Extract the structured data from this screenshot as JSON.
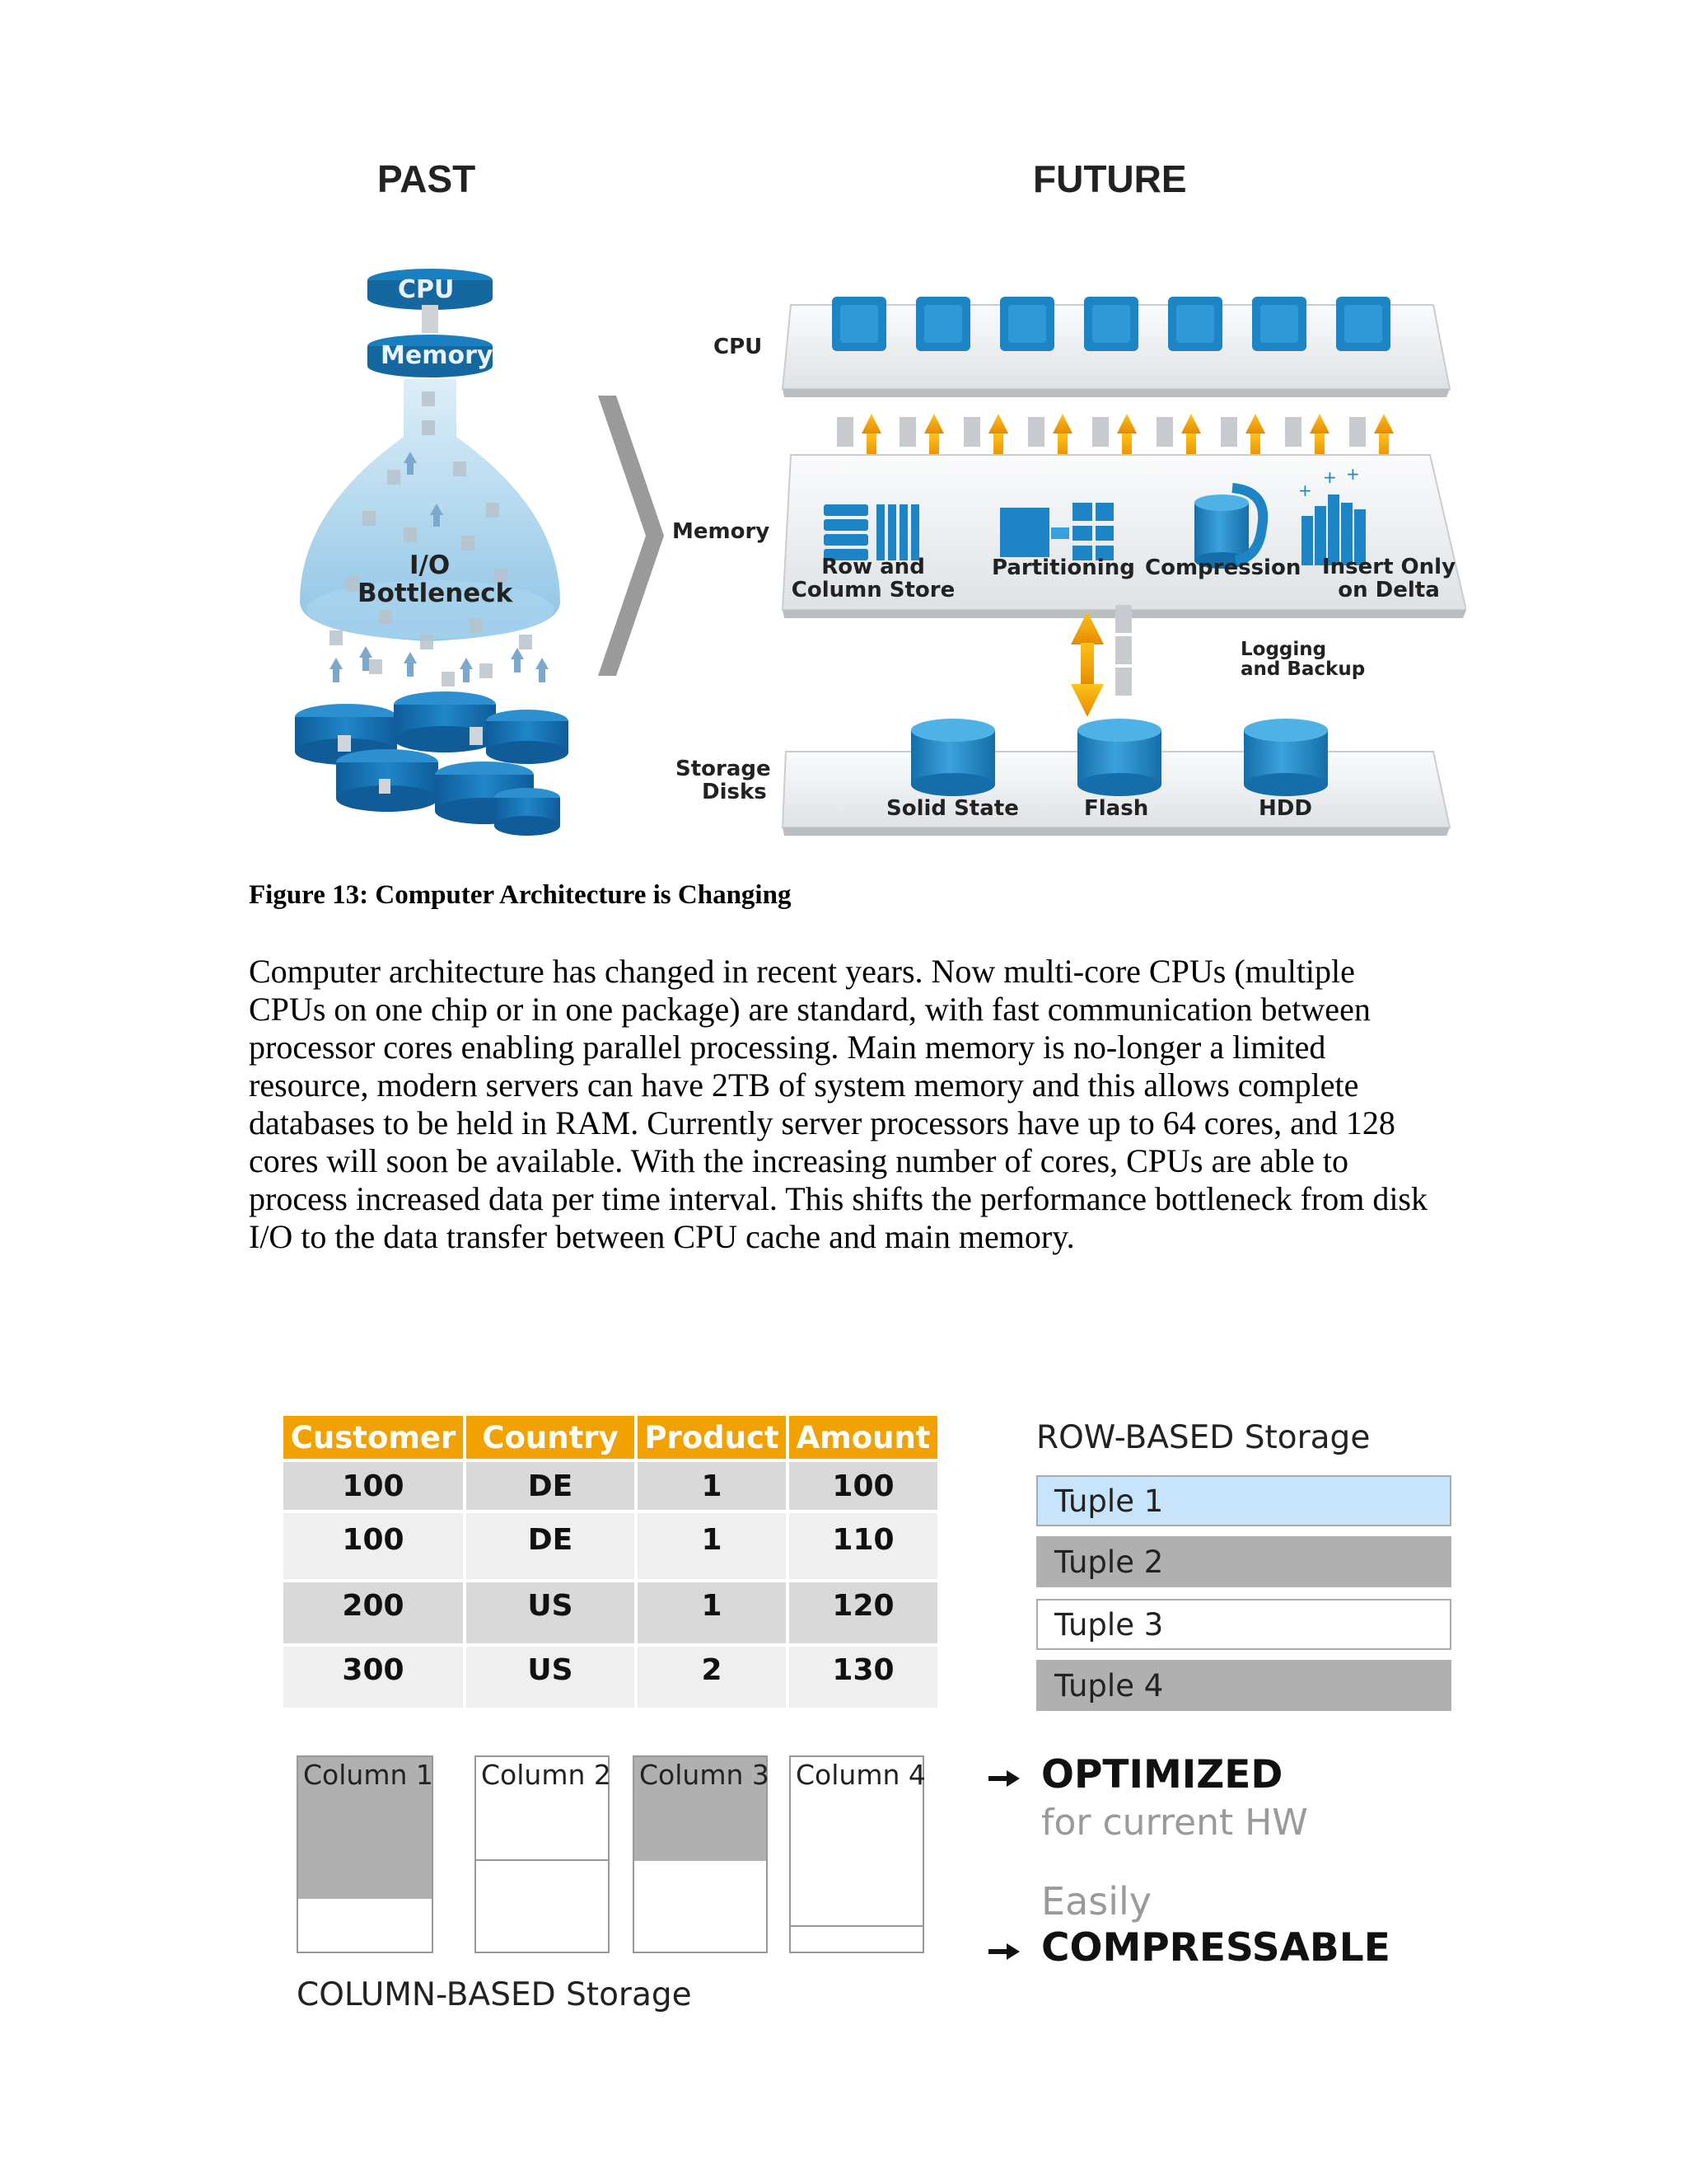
{
  "figure": {
    "past_title": "PAST",
    "future_title": "FUTURE",
    "past": {
      "cpu_label": "CPU",
      "memory_label": "Memory",
      "bottleneck_label_1": "I/O",
      "bottleneck_label_2": "Bottleneck"
    },
    "future": {
      "cpu_row_label": "CPU",
      "memory_row_label": "Memory",
      "storage_row_label_1": "Storage",
      "storage_row_label_2": "Disks",
      "memory_items": [
        {
          "line1": "Row and",
          "line2": "Column Store"
        },
        {
          "line1": "Partitioning",
          "line2": ""
        },
        {
          "line1": "Compression",
          "line2": ""
        },
        {
          "line1": "Insert Only",
          "line2": "on Delta"
        }
      ],
      "logging_1": "Logging",
      "logging_2": "and Backup",
      "storage_items": [
        "Solid State",
        "Flash",
        "HDD"
      ]
    },
    "colors": {
      "accent_orange": "#f2a200",
      "blue": "#1a7fc1",
      "platform_gray": "#e6e8ea"
    }
  },
  "caption": "Figure 13: Computer Architecture is Changing",
  "paragraph_lines": [
    "Computer architecture has changed in recent years. Now multi-core CPUs (multiple",
    "CPUs on one chip or in one package) are standard, with fast communication between",
    "processor cores enabling parallel processing. Main memory is no-longer a limited",
    "resource, modern servers can have 2TB of system memory and this allows complete",
    "databases to be held in RAM. Currently server processors have up to 64 cores, and 128",
    "cores will soon be available. With the increasing number of cores, CPUs are able to",
    "process increased data per time interval. This shifts the performance bottleneck from disk",
    "I/O to the data transfer between CPU cache and main memory."
  ],
  "table": {
    "headers": [
      "Customer",
      "Country",
      "Product",
      "Amount"
    ],
    "rows": [
      [
        "100",
        "DE",
        "1",
        "100"
      ],
      [
        "100",
        "DE",
        "1",
        "110"
      ],
      [
        "200",
        "US",
        "1",
        "120"
      ],
      [
        "300",
        "US",
        "2",
        "130"
      ]
    ]
  },
  "row_storage": {
    "title": "ROW-BASED Storage",
    "tuples": [
      "Tuple 1",
      "Tuple 2",
      "Tuple 3",
      "Tuple 4"
    ]
  },
  "column_storage": {
    "title": "COLUMN-BASED Storage",
    "columns": [
      "Column 1",
      "Column 2",
      "Column 3",
      "Column 4"
    ]
  },
  "benefits": {
    "optimized_bold": "OPTIMIZED",
    "optimized_sub": "for current HW",
    "easily": "Easily",
    "compressable_bold": "COMPRESSABLE"
  }
}
